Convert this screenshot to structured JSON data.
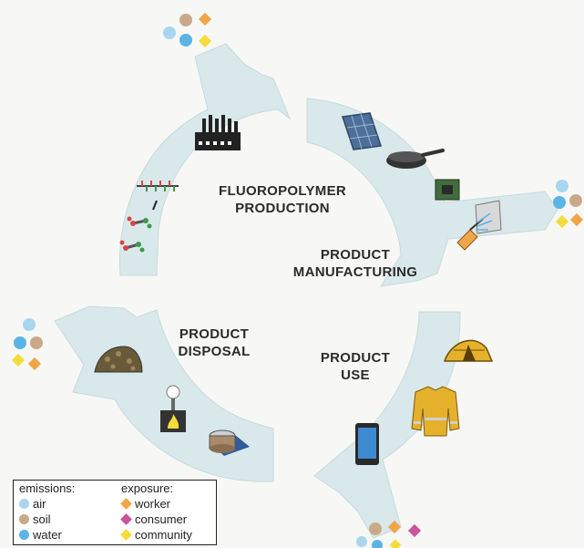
{
  "stages": {
    "production": "FLUOROPOLYMER\nPRODUCTION",
    "manufacturing": "PRODUCT\nMANUFACTURING",
    "use": "PRODUCT\nUSE",
    "disposal": "PRODUCT\nDISPOSAL"
  },
  "legend": {
    "emissions_title": "emissions:",
    "emissions": [
      "air",
      "soil",
      "water"
    ],
    "exposure_title": "exposure:",
    "exposure": [
      "worker",
      "consumer",
      "community"
    ]
  },
  "colors": {
    "arrow": "#d9e8ea",
    "arrow_edge": "#c7dadd",
    "air": "#a9d6ee",
    "soil": "#c9a98a",
    "water": "#5ab5e6",
    "worker": "#f0a548",
    "consumer": "#c9559a",
    "community": "#f4dc3c"
  },
  "icons": {
    "production": [
      "factory-icon",
      "polymer-chain-icon",
      "monomer-molecule-icon"
    ],
    "manufacturing": [
      "solar-panel-icon",
      "frying-pan-icon",
      "microchip-icon",
      "spray-coating-icon"
    ],
    "use": [
      "tent-icon",
      "firefighter-jacket-icon",
      "smartphone-icon"
    ],
    "disposal": [
      "landfill-icon",
      "incinerator-icon",
      "waste-container-icon"
    ]
  }
}
